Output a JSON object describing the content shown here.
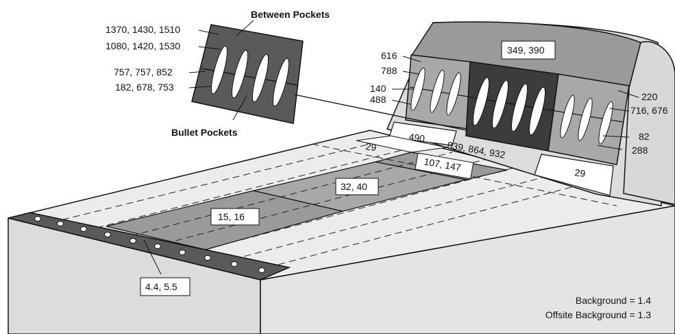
{
  "labels": {
    "between_pockets": "Between Pockets",
    "bullet_pockets": "Bullet Pockets",
    "inset": {
      "l1": "1370, 1430, 1510",
      "l2": "1080, 1420, 1530",
      "l3": "757, 757, 852",
      "l4": "182, 678, 753"
    },
    "berm_top": "349, 390",
    "left_panel": {
      "l1": "616",
      "l2": "788",
      "l3": "140",
      "l4": "488"
    },
    "right_panel": {
      "l1": "220",
      "l2": "716, 676",
      "l3": "82",
      "l4": "288"
    },
    "strip_490": "490",
    "center_panel": "839, 864, 932",
    "left_29": "29",
    "right_29": "29",
    "lane_107": "107, 147",
    "lane_32": "32, 40",
    "lane_15": "15, 16",
    "firing_line": "4.4, 5.5",
    "background": "Background = 1.4",
    "offsite_background": "Offsite Background = 1.3"
  },
  "colors": {
    "outline": "#111111",
    "light_gray": "#dcdcdc",
    "mid_gray": "#9a9a9a",
    "dark_gray": "#5a5a5a",
    "darker_gray": "#3c3c3c",
    "white": "#ffffff"
  }
}
